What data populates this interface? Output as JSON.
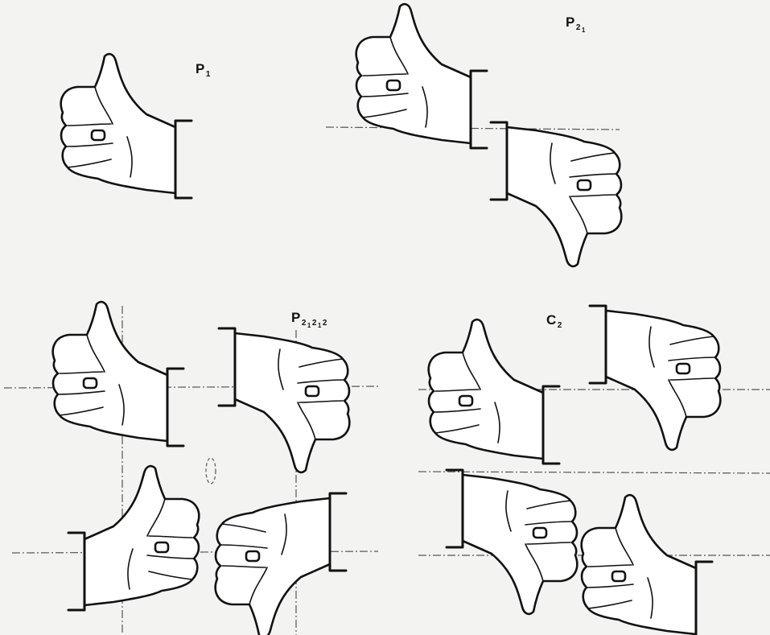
{
  "labels": {
    "p1": {
      "main": "P",
      "sub": "1"
    },
    "p21": {
      "main": "P",
      "sub": "2",
      "sub2": "1"
    },
    "p212121": {
      "main": "P",
      "sub": "2",
      "sub2": "1",
      "sub3": "2",
      "sub4": "1",
      "sub5": "2"
    },
    "c2": {
      "main": "C",
      "sub": "2"
    }
  }
}
